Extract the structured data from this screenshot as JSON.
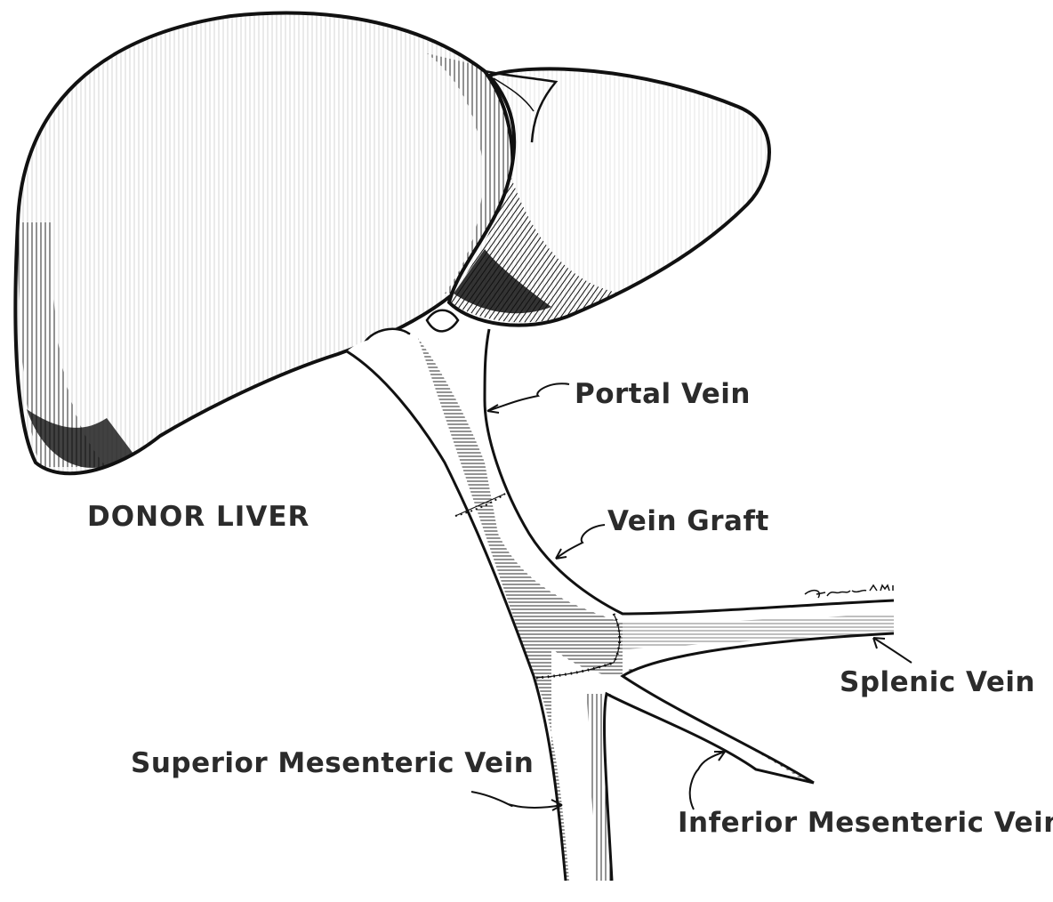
{
  "labels": {
    "donor_liver": "DONOR LIVER",
    "portal_vein": "Portal Vein",
    "vein_graft": "Vein Graft",
    "splenic_vein": "Splenic Vein",
    "superior_mesenteric_vein": "Superior Mesenteric Vein",
    "inferior_mesenteric_vein": "Inferior Mesenteric Vein"
  },
  "signature": "Feller AMI",
  "colors": {
    "ink": "#111111",
    "label": "#2b2b2b",
    "paper": "#ffffff"
  }
}
